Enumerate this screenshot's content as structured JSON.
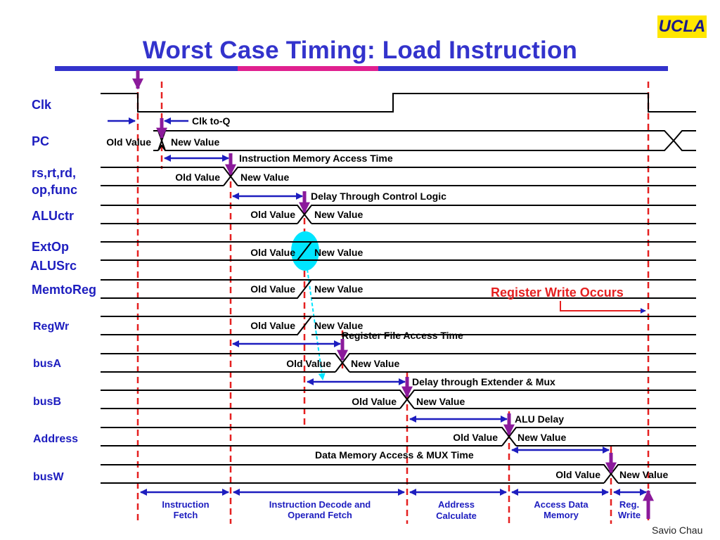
{
  "title": "Worst Case Timing: Load Instruction",
  "logo": "UCLA",
  "credit": "Savio Chau",
  "signals": {
    "clk": "Clk",
    "pc": "PC",
    "rs_a": "rs,rt,rd,",
    "rs_b": "op,func",
    "aluctr": "ALUctr",
    "extop": "ExtOp",
    "alusrc": "ALUSrc",
    "memtoreg": "MemtoReg",
    "regwr": "RegWr",
    "busa": "busA",
    "busb": "busB",
    "address": "Address",
    "busw": "busW"
  },
  "values": {
    "old": "Old Value",
    "new": "New Value"
  },
  "annotations": {
    "clk_to_q": "Clk to-Q",
    "imem": "Instruction Memory Access Time",
    "control": "Delay Through Control Logic",
    "register_write": "Register Write Occurs",
    "regfile": "Register File Access Time",
    "extender": "Delay through Extender & Mux",
    "alu": "ALU Delay",
    "dmem": "Data Memory Access & MUX Time"
  },
  "phases": [
    {
      "line1": "Instruction",
      "line2": "Fetch"
    },
    {
      "line1": "Instruction Decode and",
      "line2": "Operand Fetch"
    },
    {
      "line1": "Address",
      "line2": "Calculate"
    },
    {
      "line1": "Access Data",
      "line2": "Memory"
    },
    {
      "line1": "Reg.",
      "line2": "Write"
    }
  ],
  "colors": {
    "title": "#3333cc",
    "signal_label": "#1d1dbf",
    "arrow": "#1d1dbf",
    "marker": "#8b1a9b",
    "dashed": "#e52020",
    "highlight": "#00e5ff",
    "logo_bg": "#ffe600"
  }
}
